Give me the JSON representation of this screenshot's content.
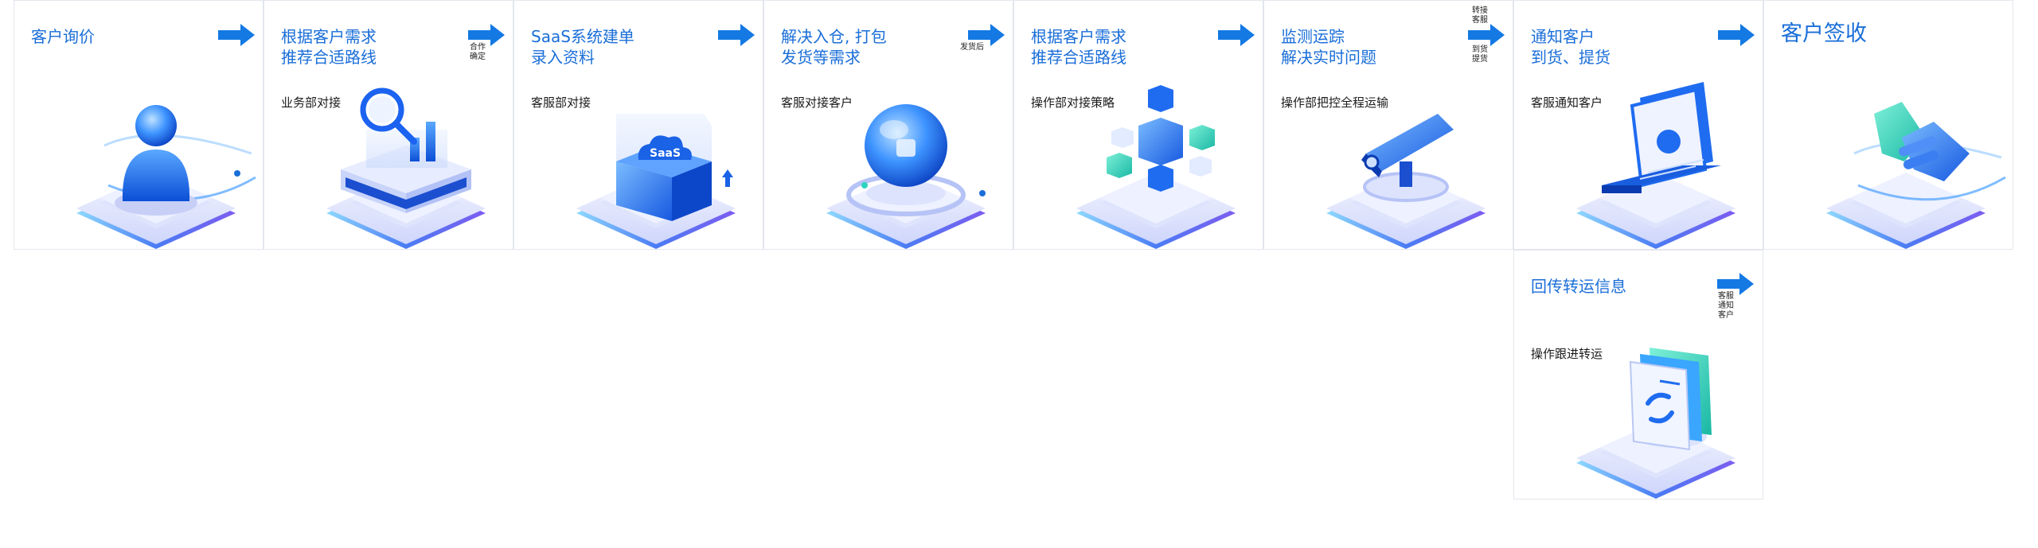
{
  "steps": [
    {
      "title": "客户询价",
      "sub": "",
      "note": "",
      "icon": "person-icon"
    },
    {
      "title": "根据客户需求\n推荐合适路线",
      "sub": "业务部对接",
      "note": "合作\n确定",
      "icon": "search-chart-icon"
    },
    {
      "title": "SaaS系统建单\n录入资料",
      "sub": "客服部对接",
      "note": "",
      "icon": "saas-cloud-icon",
      "icon_text": "SaaS"
    },
    {
      "title": "解决入仓, 打包\n发货等需求",
      "sub": "客服对接客户",
      "note": "发货后",
      "icon": "sphere-icon"
    },
    {
      "title": "根据客户需求\n推荐合适路线",
      "sub": "操作部对接策略",
      "note": "",
      "icon": "cubes-icon"
    },
    {
      "title": "监测运踪\n解决实时问题",
      "sub": "操作部把控全程运输",
      "note": "转接\n客服",
      "note2": "到货\n提货",
      "icon": "camera-icon"
    },
    {
      "title": "通知客户\n到货、提货",
      "sub": "客服通知客户",
      "note": "",
      "icon": "laptop-icon"
    },
    {
      "title": "客户签收",
      "sub": "",
      "note": "",
      "icon": "handshake-icon"
    }
  ],
  "branch": {
    "title": "回传转运信息",
    "sub": "操作跟进转运",
    "note": "客服\n通知\n客户",
    "icon": "document-sync-icon"
  },
  "colors": {
    "accent": "#1a6ed8",
    "arrow": "#1479e3",
    "border": "#e3e6ec",
    "teal": "#2dd4bf"
  }
}
